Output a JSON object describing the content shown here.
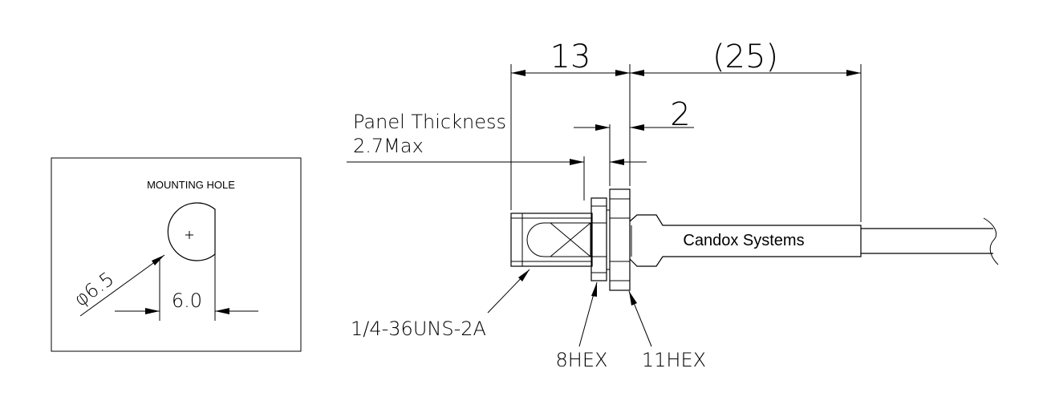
{
  "mounting_hole": {
    "title": "MOUNTING HOLE",
    "diameter_label": "φ6.5",
    "flat_label": "6.0"
  },
  "dimensions": {
    "thread_length": "13",
    "cable_length": "(25)",
    "nut_gap": "2",
    "panel_line1": "Panel Thickness",
    "panel_line2": "2.7Max"
  },
  "callouts": {
    "thread": "1/4-36UNS-2A",
    "hex_small": "8HEX",
    "hex_large": "11HEX"
  },
  "body_label": "Candox Systems"
}
